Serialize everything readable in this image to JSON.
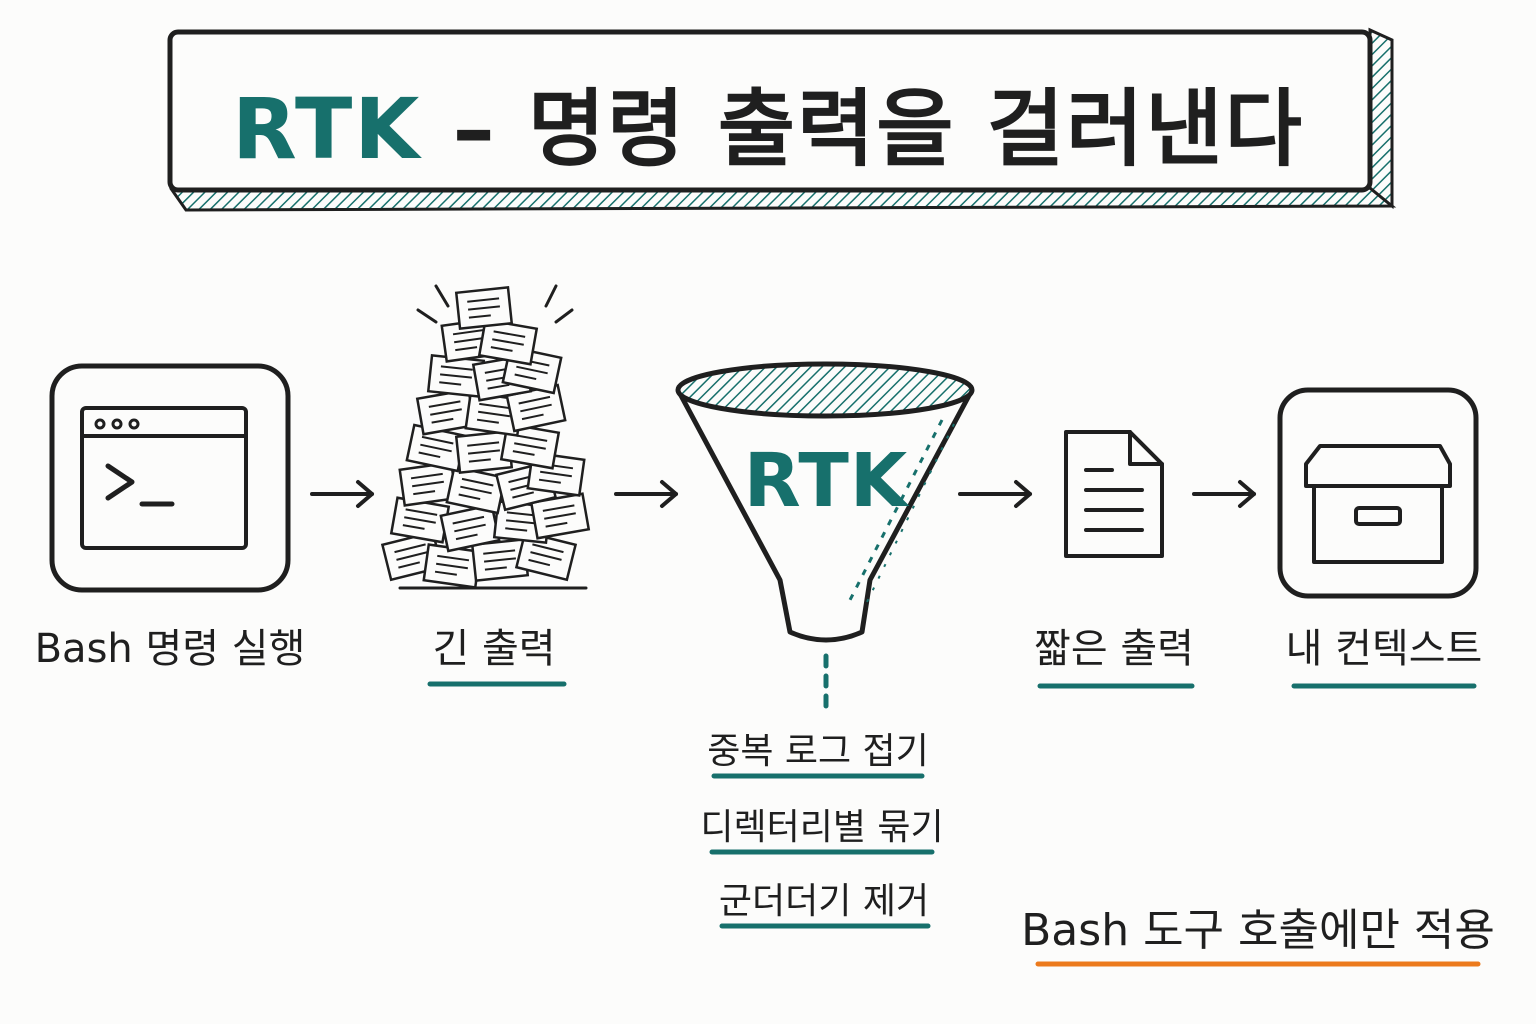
{
  "title": {
    "accent": "RTK",
    "rest": " – 명령 출력을 걸러낸다"
  },
  "funnel": {
    "label": "RTK"
  },
  "steps": [
    {
      "label": "Bash 명령 실행",
      "icon": "terminal-window-icon"
    },
    {
      "label": "긴 출력",
      "icon": "paper-pile-icon"
    },
    {
      "label": "짧은 출력",
      "icon": "document-icon"
    },
    {
      "label": "내 컨텍스트",
      "icon": "archive-box-icon"
    }
  ],
  "filters": [
    {
      "label": "중복 로그 접기"
    },
    {
      "label": "디렉터리별 묶기"
    },
    {
      "label": "군더더기 제거"
    }
  ],
  "note": {
    "label": "Bash 도구 호출에만 적용"
  },
  "colors": {
    "accent": "#17706c",
    "ink": "#1f1f1f",
    "note_underline": "#ec7a1c",
    "background": "#fcfcfb"
  }
}
